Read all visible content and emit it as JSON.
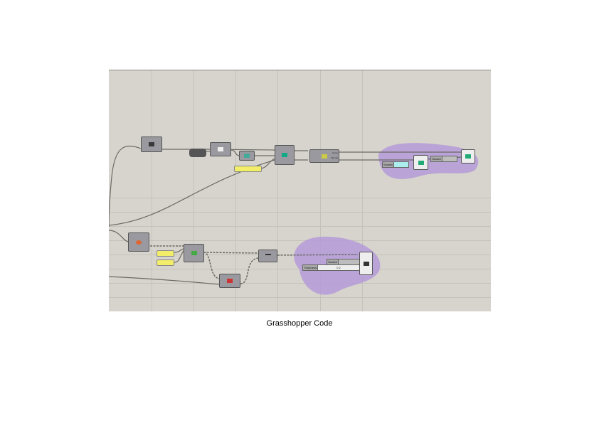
{
  "caption": "Grasshopper Code",
  "colors": {
    "canvas": "#d6d4cc",
    "group": "#b59ad8",
    "slider": "#f2ee6a",
    "node": "#9a99a0"
  },
  "canvas": {
    "panel_swatch_1": "Swatch",
    "panel_swatch_2": "Swatch",
    "panel_swatch_3": "Swatch",
    "panel_thickness": "Thickness",
    "thickness_value": "0.2",
    "node_labels": {
      "curve": "Curve",
      "normal": "Normal"
    }
  }
}
